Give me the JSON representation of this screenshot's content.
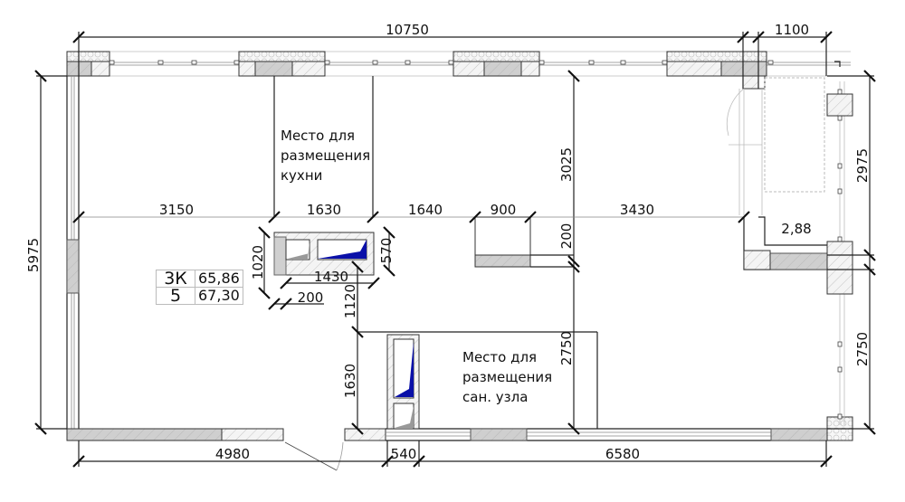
{
  "plan": {
    "apartment_type": "3К",
    "floor": "5",
    "area_living": "65,86",
    "area_total": "67,30",
    "balcony_area": "2,88"
  },
  "rooms": {
    "kitchen_label": [
      "Место для",
      "размещения",
      "кухни"
    ],
    "bathroom_label": [
      "Место для",
      "размещения",
      "сан. узла"
    ]
  },
  "dimensions": {
    "top_total": "10750",
    "top_balcony": "1100",
    "left_total": "5975",
    "right_upper": "2975",
    "right_lower": "2750",
    "mid_3150": "3150",
    "mid_1630": "1630",
    "mid_1640": "1640",
    "mid_900": "900",
    "mid_3430": "3430",
    "vert_3025": "3025",
    "vert_200": "200",
    "vert_2750": "2750",
    "shaft_1020": "1020",
    "shaft_570": "570",
    "shaft_1430": "1430",
    "shaft_200": "200",
    "shaft_1120": "1120",
    "bath_1630": "1630",
    "bottom_4980": "4980",
    "bottom_540": "540",
    "bottom_6580": "6580"
  },
  "colors": {
    "ventilation_blue": "#0a10a8",
    "wall_gray": "#cfcfcf",
    "line": "#222222"
  }
}
